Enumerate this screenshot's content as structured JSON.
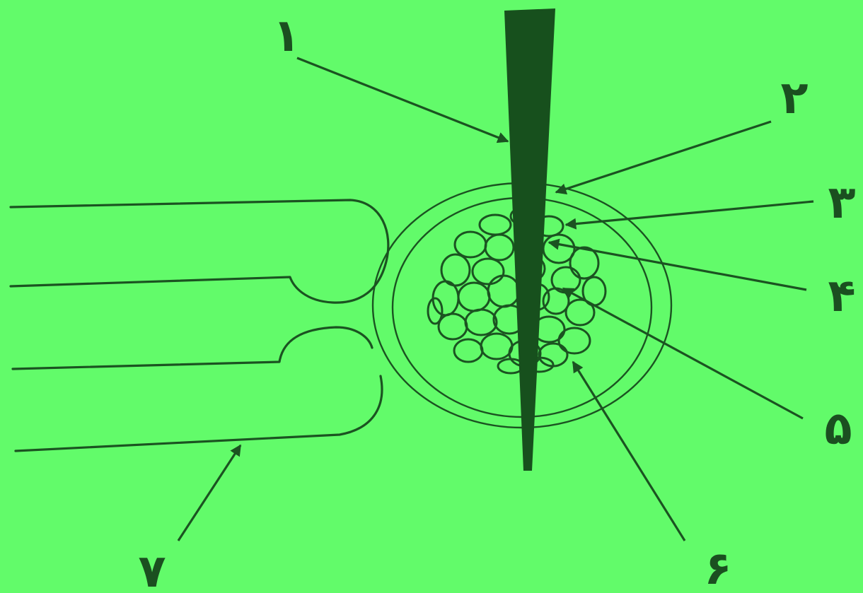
{
  "colors": {
    "background": "#62fb6a",
    "ink": "#1b5321",
    "needle": "#17501d"
  },
  "labels": [
    "۱",
    "۲",
    "۳",
    "۴",
    "۵",
    "۶",
    "۷"
  ]
}
